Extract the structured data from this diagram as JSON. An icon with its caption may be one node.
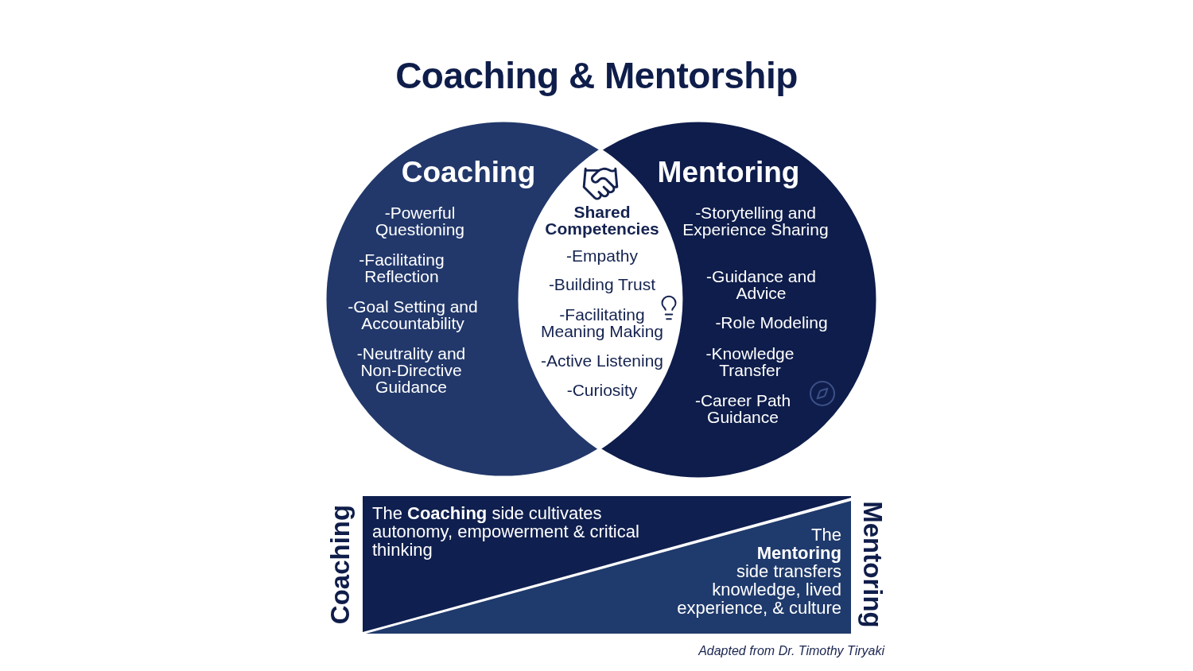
{
  "diagram": {
    "title": "Coaching & Mentorship",
    "caption": "Adapted from Dr. Timothy Tiryaki",
    "nodes": [
      {
        "text": [
          "Coaching",
          "-Powerful Questioning",
          "-Facilitating Reflection",
          "-Goal Setting and Accountability",
          "-Neutrality and Non-Directive Guidance"
        ]
      },
      {
        "text": [
          "Mentoring",
          "-Storytelling and Experience Sharing",
          "-Guidance and Advice",
          "-Role Modeling",
          "-Knowledge Transfer",
          "-Career Path Guidance"
        ]
      },
      {
        "text": [
          "Shared Competencies",
          "-Empathy",
          "-Building Trust",
          "-Facilitating Meaning Making",
          "-Active Listening",
          "-Curiosity"
        ]
      },
      {
        "text": [
          "The **Coaching** side cultivates autonomy, empowerment & critical thinking",
          "The **Mentoring** side transfers knowledge, lived experience, & culture"
        ]
      }
    ],
    "labels": [
      "Coaching",
      "Mentoring"
    ]
  }
}
